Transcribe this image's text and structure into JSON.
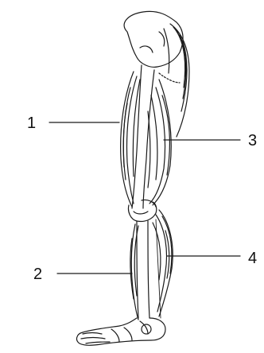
{
  "labels": {
    "one": "1",
    "two": "2",
    "three": "3",
    "four": "4"
  },
  "colors": {
    "line": "#1a1a1a",
    "background": "#ffffff"
  }
}
